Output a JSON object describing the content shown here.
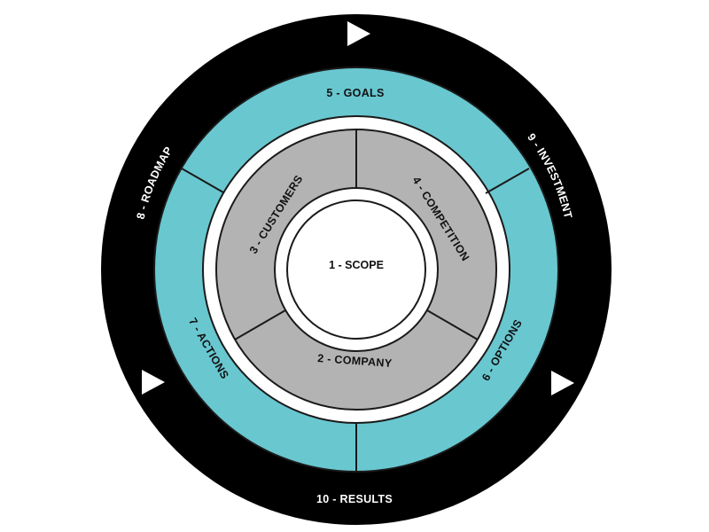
{
  "colors": {
    "outer_ring": "#000000",
    "goals_ring": "#69c7d0",
    "inner_ring": "#b3b3b3",
    "core": "#ffffff",
    "outline": "#1a1a1a",
    "outer_text": "#ffffff",
    "inner_text": "#111111"
  },
  "icons": {
    "direction_marker": "play-triangle-icon"
  },
  "core": {
    "label": "1 - SCOPE"
  },
  "inner_ring": {
    "company": "2 - COMPANY",
    "customers": "3 - CUSTOMERS",
    "competition": "4 - COMPETITION"
  },
  "middle_ring": {
    "goals": "5 - GOALS",
    "options": "6 - OPTIONS",
    "actions": "7 - ACTIONS"
  },
  "outer_ring": {
    "roadmap": "8 - ROADMAP",
    "investment": "9 - INVESTMENT",
    "results": "10 - RESULTS"
  }
}
